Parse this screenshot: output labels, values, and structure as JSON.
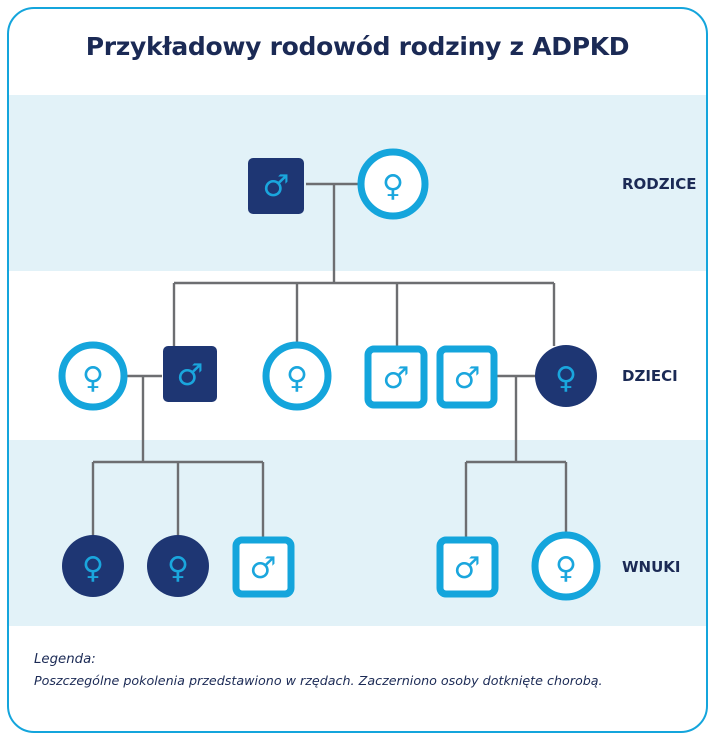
{
  "title": "Przykładowy rodowód rodziny z ADPKD",
  "generations": {
    "parents": "RODZICE",
    "children": "DZIECI",
    "grandchildren": "WNUKI"
  },
  "legend": {
    "heading": "Legenda:",
    "text": "Poszczególne pokolenia przedstawiono w rzędach.  Zaczerniono osoby dotknięte chorobą."
  },
  "symbols": {
    "male": "♂",
    "female": "♀"
  },
  "colors": {
    "affected_fill": "#1e3673",
    "unaffected_border": "#14a5dc",
    "symbol_light": "#1aa6dd",
    "band": "#e2f2f8",
    "line": "#6d6e71",
    "frame": "#14a5dc"
  },
  "pedigree": {
    "parents": [
      {
        "id": "p_father",
        "sex": "male",
        "affected": true
      },
      {
        "id": "p_mother",
        "sex": "female",
        "affected": false
      }
    ],
    "children": [
      {
        "id": "c_spouse1",
        "sex": "female",
        "affected": false,
        "spouse_of": "c_son1"
      },
      {
        "id": "c_son1",
        "sex": "male",
        "affected": true
      },
      {
        "id": "c_daughter",
        "sex": "female",
        "affected": false
      },
      {
        "id": "c_son2",
        "sex": "male",
        "affected": false
      },
      {
        "id": "c_son3",
        "sex": "male",
        "affected": false,
        "spouse_of": "c_daughter2"
      },
      {
        "id": "c_daughter2",
        "sex": "female",
        "affected": true
      }
    ],
    "grandchildren": [
      {
        "id": "g1",
        "sex": "female",
        "affected": true,
        "parents": "c_son1"
      },
      {
        "id": "g2",
        "sex": "female",
        "affected": true,
        "parents": "c_son1"
      },
      {
        "id": "g3",
        "sex": "male",
        "affected": false,
        "parents": "c_son1"
      },
      {
        "id": "g4",
        "sex": "male",
        "affected": false,
        "parents": "c_daughter2"
      },
      {
        "id": "g5",
        "sex": "female",
        "affected": false,
        "parents": "c_daughter2"
      }
    ]
  }
}
